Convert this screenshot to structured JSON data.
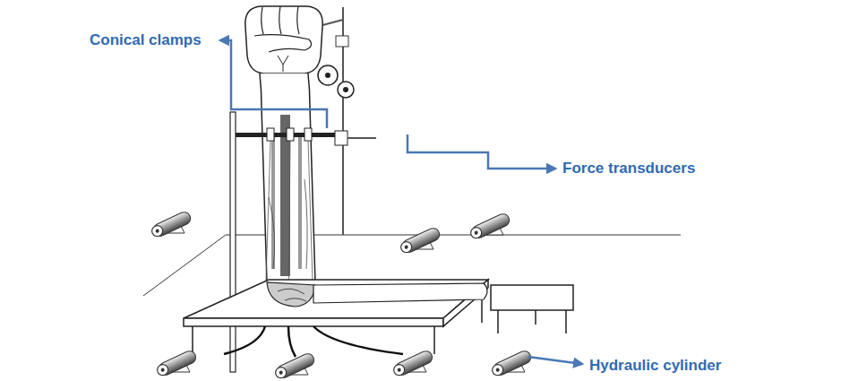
{
  "diagram": {
    "labels": [
      "Conical clamps",
      "Force transducers",
      "Hydraulic cylinder"
    ]
  }
}
